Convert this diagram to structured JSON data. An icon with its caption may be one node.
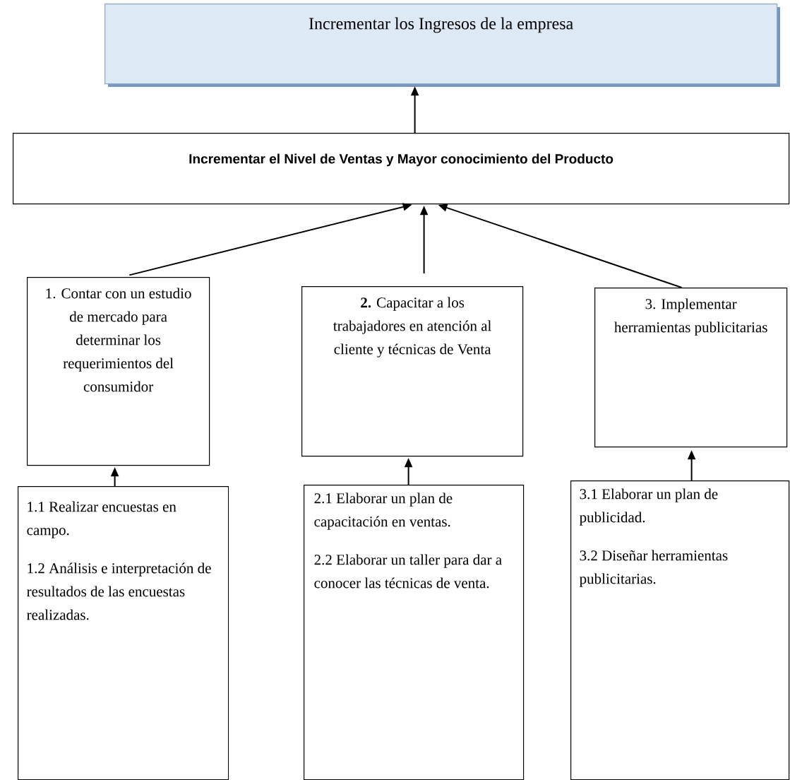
{
  "diagram": {
    "nodes": [
      {
        "text": [
          "Incrementar los Ingresos de la empresa"
        ]
      },
      {
        "text": [
          "Incrementar el Nivel de Ventas y Mayor conocimiento del Producto"
        ]
      },
      {
        "text": [
          "1. Contar con un estudio de mercado para determinar los requerimientos del consumidor"
        ]
      },
      {
        "text": [
          "**2.** Capacitar a los trabajadores en atención al cliente y técnicas de Venta"
        ]
      },
      {
        "text": [
          "3. Implementar herramientas publicitarias"
        ]
      },
      {
        "text": [
          "1.1 Realizar encuestas en campo.",
          "1.2 Análisis e interpretación de resultados de las encuestas realizadas."
        ]
      },
      {
        "text": [
          "2.1 Elaborar un plan de capacitación en ventas.",
          "2.2 Elaborar un taller para dar a conocer las técnicas de venta."
        ]
      },
      {
        "text": [
          "3.1 Elaborar un plan de publicidad.",
          "3.2 Diseñar herramientas publicitarias."
        ]
      }
    ],
    "edges": [
      {
        "from": 1,
        "to": 0,
        "arrow": "to"
      },
      {
        "from": 2,
        "to": 1,
        "arrow": "to"
      },
      {
        "from": 3,
        "to": 1,
        "arrow": "to"
      },
      {
        "from": 4,
        "to": 1,
        "arrow": "to"
      },
      {
        "from": 5,
        "to": 2,
        "arrow": "to"
      },
      {
        "from": 6,
        "to": 3,
        "arrow": "to"
      },
      {
        "from": 7,
        "to": 4,
        "arrow": "to"
      }
    ]
  }
}
